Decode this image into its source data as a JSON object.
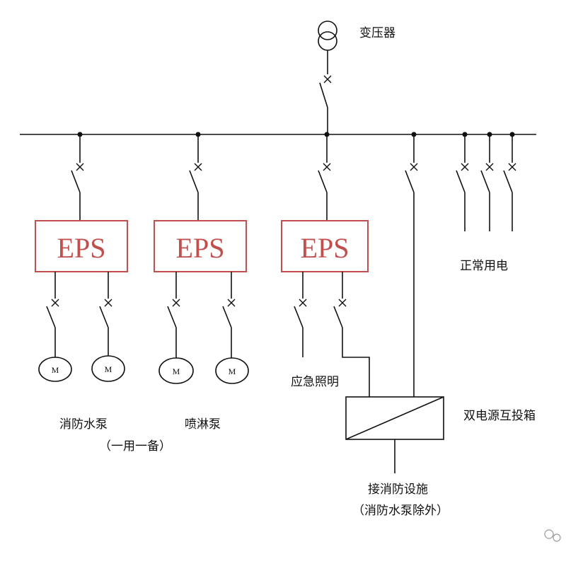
{
  "transformer": {
    "label": "变压器"
  },
  "eps_units": [
    {
      "label": "EPS"
    },
    {
      "label": "EPS"
    },
    {
      "label": "EPS"
    }
  ],
  "motor_label": "M",
  "labels": {
    "fire_pump": "消防水泵",
    "fire_pump_note": "（一用一备）",
    "sprinkler_pump": "喷淋泵",
    "emergency_lighting": "应急照明",
    "normal_power": "正常用电",
    "ats": "双电源互投箱",
    "to_fire_facilities": "接消防设施",
    "to_fire_facilities_note": "（消防水泵除外）"
  },
  "colors": {
    "eps": "#c0504d",
    "line": "#111111"
  }
}
